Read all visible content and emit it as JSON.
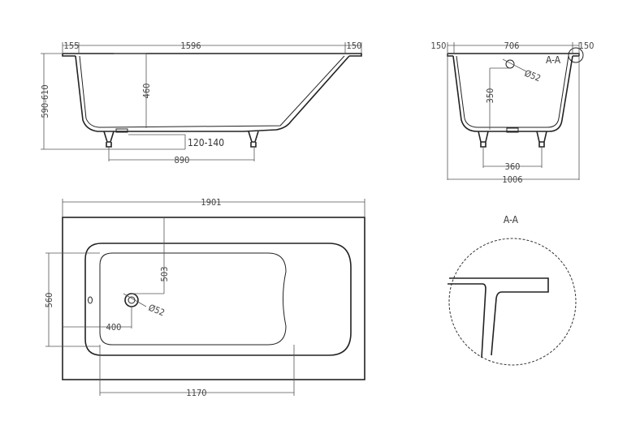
{
  "side_view": {
    "dim_left_rim": "155",
    "dim_length_top": "1596",
    "dim_right_rim": "150",
    "dim_height": "590-610",
    "dim_depth": "460",
    "dim_feet_height": "120-140",
    "dim_feet_spacing": "890"
  },
  "end_view": {
    "dim_left_rim": "150",
    "dim_width_top": "706",
    "dim_right_rim": "150",
    "section_marker": "A-A",
    "drain_diameter": "Ø52",
    "dim_drain_height": "350",
    "dim_feet_spacing": "360",
    "dim_total_width": "1006"
  },
  "plan_view": {
    "dim_total_length": "1901",
    "dim_drain_offset": "503",
    "dim_inner_width": "560",
    "drain_diameter": "Ø52",
    "dim_drain_from_end": "400",
    "dim_bottom_length": "1170"
  },
  "section_detail": {
    "title": "A-A"
  }
}
